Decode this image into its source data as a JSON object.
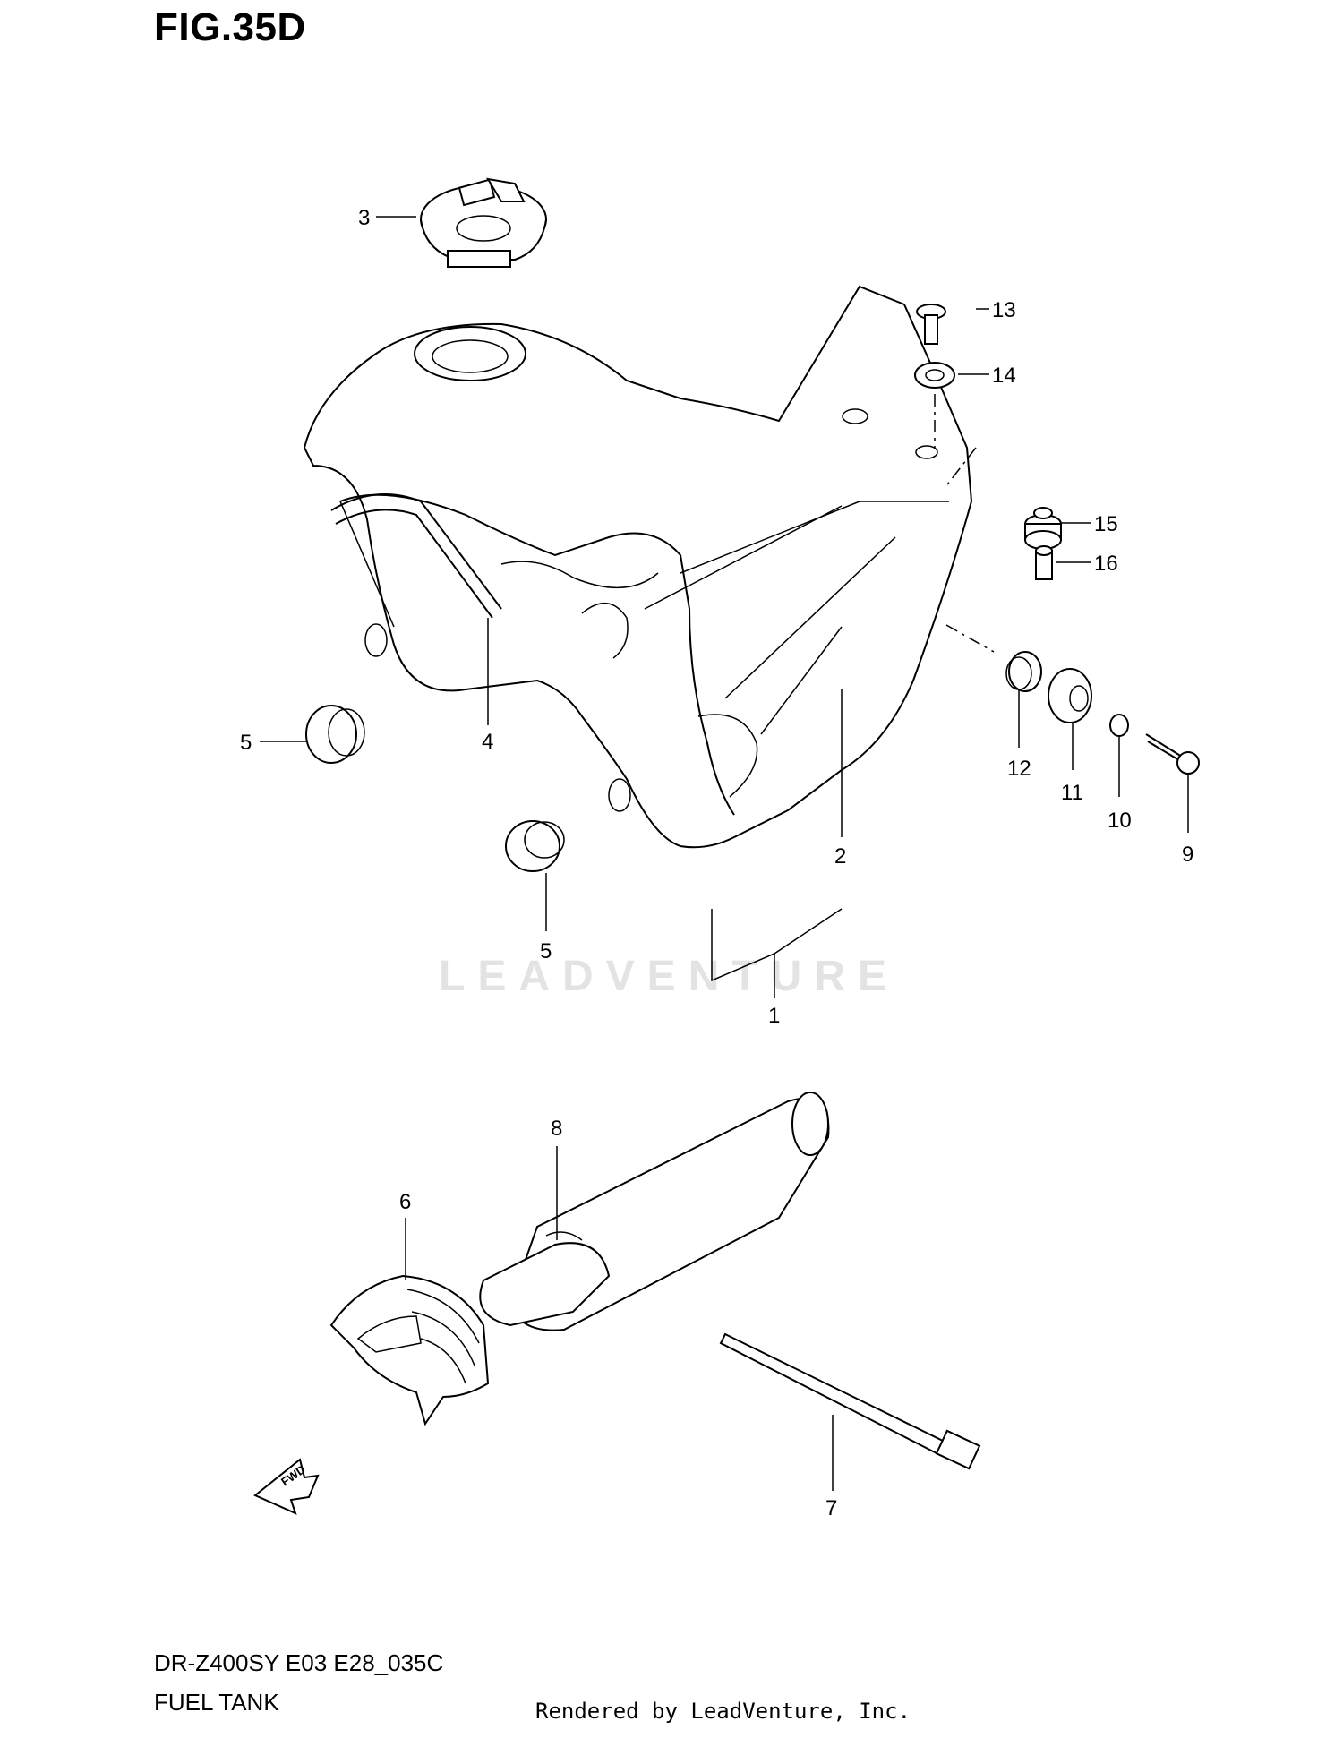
{
  "figure": {
    "title": "FIG.35D",
    "model_code": "DR-Z400SY E03 E28_035C",
    "section_name": "FUEL TANK",
    "rendered_by": "Rendered by LeadVenture, Inc.",
    "watermark": "LEADVENTURE",
    "direction_marker": "FWD"
  },
  "callouts": [
    {
      "id": "1",
      "label": "1",
      "part": "fuel-tank-assembly"
    },
    {
      "id": "2",
      "label": "2",
      "part": "tank-frame-bracket"
    },
    {
      "id": "3",
      "label": "3",
      "part": "fuel-cap"
    },
    {
      "id": "4",
      "label": "4",
      "part": "tank-strap"
    },
    {
      "id": "5a",
      "label": "5",
      "part": "cushion-left"
    },
    {
      "id": "5b",
      "label": "5",
      "part": "cushion-center"
    },
    {
      "id": "6",
      "label": "6",
      "part": "clamp-cover"
    },
    {
      "id": "7",
      "label": "7",
      "part": "cable-tie"
    },
    {
      "id": "8",
      "label": "8",
      "part": "hose-protector"
    },
    {
      "id": "9",
      "label": "9",
      "part": "bolt"
    },
    {
      "id": "10",
      "label": "10",
      "part": "collar-small"
    },
    {
      "id": "11",
      "label": "11",
      "part": "cushion-large"
    },
    {
      "id": "12",
      "label": "12",
      "part": "cushion-small"
    },
    {
      "id": "13",
      "label": "13",
      "part": "screw"
    },
    {
      "id": "14",
      "label": "14",
      "part": "washer-seal"
    },
    {
      "id": "15",
      "label": "15",
      "part": "grommet"
    },
    {
      "id": "16",
      "label": "16",
      "part": "spacer"
    }
  ]
}
